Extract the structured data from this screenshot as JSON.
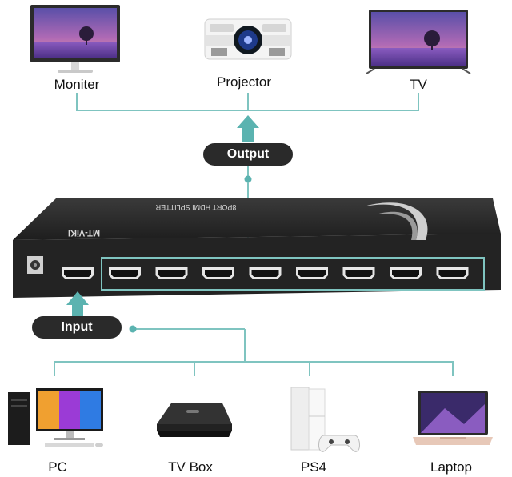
{
  "outputs": [
    {
      "label": "Moniter",
      "icon": "monitor-icon"
    },
    {
      "label": "Projector",
      "icon": "projector-icon"
    },
    {
      "label": "TV",
      "icon": "tv-icon"
    }
  ],
  "output_badge": "Output",
  "input_badge": "Input",
  "device": {
    "brand": "MT-ViKI",
    "model_text": "8PORT HDMI SPLITTER",
    "output_ports": 8,
    "input_ports": 1
  },
  "sources": [
    {
      "label": "PC",
      "icon": "pc-icon"
    },
    {
      "label": "TV Box",
      "icon": "tv-box-icon"
    },
    {
      "label": "PS4",
      "icon": "ps4-icon"
    },
    {
      "label": "Laptop",
      "icon": "laptop-icon"
    }
  ],
  "colors": {
    "line": "#7fc4c0",
    "arrow": "#5bb3b0",
    "badge": "#2a2a2a",
    "device": "#262626"
  }
}
